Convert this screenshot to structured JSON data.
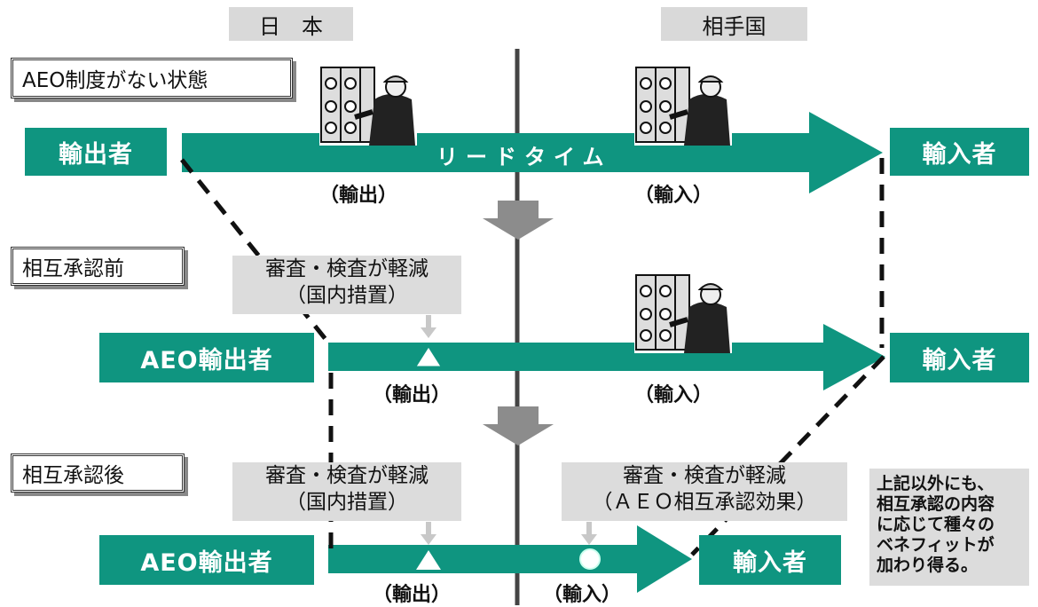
{
  "columns": {
    "japan": "日　本",
    "partner": "相手国"
  },
  "stages": {
    "no_aeo": "AEO制度がない状態",
    "before": "相互承認前",
    "after": "相互承認後"
  },
  "parties": {
    "exporter": "輸出者",
    "aeo_exporter": "AEO輸出者",
    "importer": "輸入者"
  },
  "lead_time": "リードタイム",
  "captions": {
    "export": "（輸出）",
    "import": "（輸入）"
  },
  "notes": {
    "domestic": [
      "審査・検査が軽減",
      "（国内措置）"
    ],
    "mutual": [
      "審査・検査が軽減",
      "（ＡＥＯ相互承認効果）"
    ]
  },
  "side_note": [
    "上記以外にも、",
    "相互承認の内容",
    "に応じて種々の",
    "ベネフィットが",
    "加わり得る。"
  ],
  "colors": {
    "accent": "#0f9580",
    "gray_box": "#dcdcdc",
    "arrow_gray": "#8c8c8c"
  },
  "icons": {
    "inspector": "inspector-clipart-icon",
    "mark_triangle": "triangle-mark-icon",
    "mark_circle": "circle-mark-icon"
  }
}
